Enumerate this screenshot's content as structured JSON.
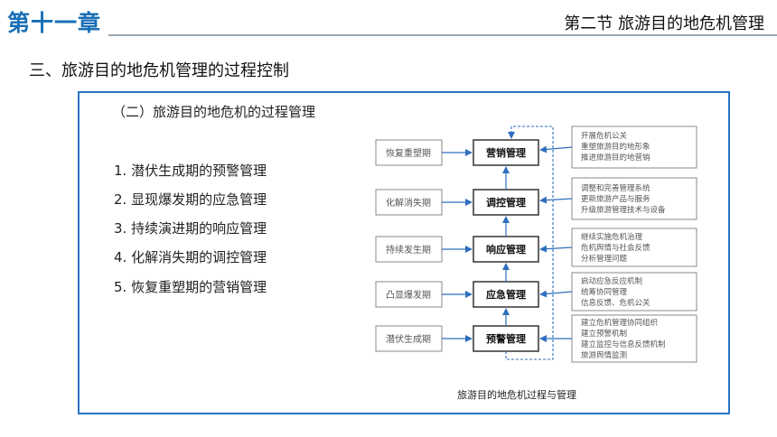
{
  "header": {
    "chapter": "第十一章",
    "section": "第二节  旅游目的地危机管理"
  },
  "subtitle": "三、旅游目的地危机管理的过程控制",
  "frame_title": "（二）旅游目的地危机的过程管理",
  "list": [
    "1. 潜伏生成期的预警管理",
    "2. 显现爆发期的应急管理",
    "3. 持续演进期的响应管理",
    "4. 化解消失期的调控管理",
    "5. 恢复重塑期的营销管理"
  ],
  "diagram": {
    "rows": [
      {
        "phase": "恢复重塑期",
        "stage": "营销管理",
        "notes": [
          "开展危机公关",
          "重塑旅游目的地形象",
          "推进旅游目的地营销"
        ]
      },
      {
        "phase": "化解消失期",
        "stage": "调控管理",
        "notes": [
          "调整和完善管理系统",
          "更新旅游产品与服务",
          "升级旅游管理技术与设备"
        ]
      },
      {
        "phase": "持续发生期",
        "stage": "响应管理",
        "notes": [
          "继续实施危机治理",
          "危机舆情与社会反馈",
          "分析管理问题"
        ]
      },
      {
        "phase": "凸显爆发期",
        "stage": "应急管理",
        "notes": [
          "启动应急反应机制",
          "统筹协同管理",
          "信息反馈、危机公关"
        ]
      },
      {
        "phase": "潜伏生成期",
        "stage": "预警管理",
        "notes": [
          "建立危机管理协同组织",
          "建立预警机制",
          "建立监控与信息反馈机制",
          "旅游舆情监测"
        ]
      }
    ],
    "caption": "旅游目的地危机过程与管理"
  },
  "colors": {
    "accent": "#1a6fb6",
    "frame": "#2a73c4",
    "arrow": "#2f6fbd"
  }
}
